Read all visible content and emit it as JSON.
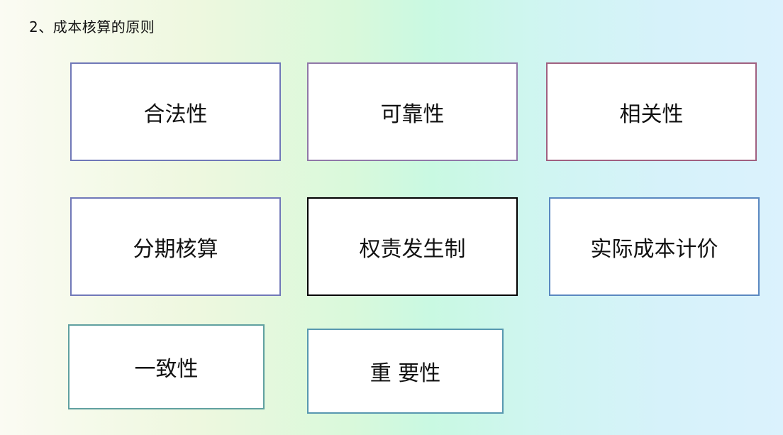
{
  "title": "2、成本核算的原则",
  "principles": [
    {
      "label": "合法性",
      "border_color": "#7078b8"
    },
    {
      "label": "可靠性",
      "border_color": "#9078a8"
    },
    {
      "label": "相关性",
      "border_color": "#a06080"
    },
    {
      "label": "分期核算",
      "border_color": "#7078b8"
    },
    {
      "label": "权责发生制",
      "border_color": "#000000"
    },
    {
      "label": "实际成本计价",
      "border_color": "#5a88c0"
    },
    {
      "label": "一致性",
      "border_color": "#60a0a0"
    },
    {
      "label": "重 要性",
      "border_color": "#5898b0"
    }
  ],
  "background_gradient": [
    "#fbfbf3",
    "#d9f9db",
    "#c9f9e2",
    "#dbf2fd"
  ]
}
